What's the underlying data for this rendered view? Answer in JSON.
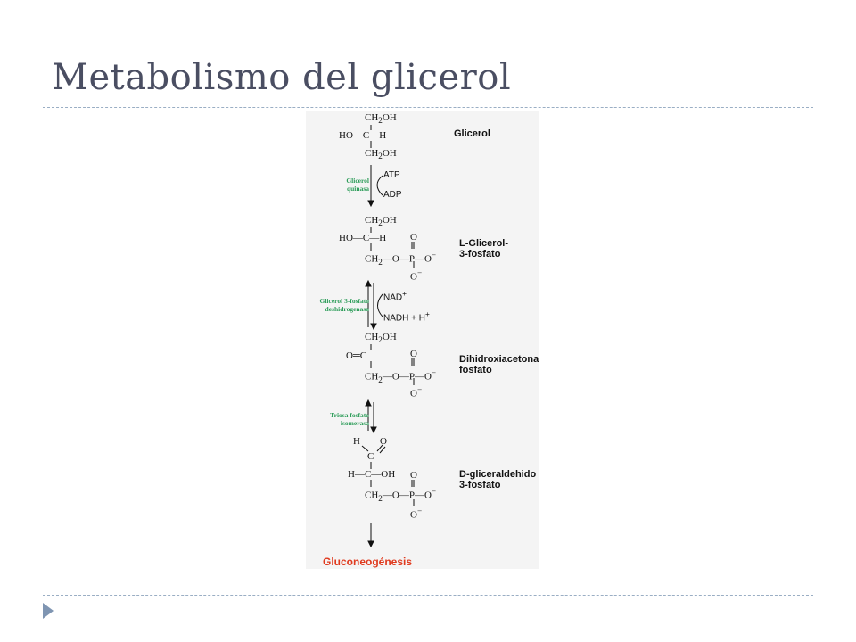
{
  "slide": {
    "title": "Metabolismo del glicerol"
  },
  "pathway": {
    "compounds": {
      "glicerol": {
        "name": "Glicerol"
      },
      "glicerol3p": {
        "name_line1": "L-Glicerol-",
        "name_line2": "3-fosfato"
      },
      "dhap": {
        "name_line1": "Dihidroxiacetona",
        "name_line2": "fosfato"
      },
      "gap": {
        "name_line1": "D-gliceraldehido",
        "name_line2": "3-fosfato"
      }
    },
    "enzymes": {
      "kinase": {
        "line1": "Glicerol",
        "line2": "quinasa"
      },
      "dehydrogenase": {
        "line1": "Glicerol 3-fosfato",
        "line2": "deshidrogenasa"
      },
      "isomerase": {
        "line1": "Triosa fosfato",
        "line2": "isomerasa"
      }
    },
    "cofactors": {
      "atp": "ATP",
      "adp": "ADP",
      "nad": "NAD",
      "nad_sup": "+",
      "nadh": "NADH + H",
      "nadh_sup": "+"
    },
    "atoms": {
      "ch2oh": "CH",
      "ch2oh_sub": "2",
      "ch2oh_tail": "OH",
      "ho_c_h": "HO—C—H",
      "c": "C",
      "ho": "HO",
      "h": "H",
      "oh": "OH",
      "o": "O",
      "ominus": "O",
      "minus": "−",
      "p": "P",
      "ch2": "CH",
      "ch2_sub": "2"
    },
    "end_product": "Gluconeogénesis"
  },
  "colors": {
    "title": "#4a4e62",
    "rule": "#9aaec4",
    "bullet": "#7f95b2",
    "enzyme": "#2e9d5a",
    "end_product": "#e03a1e"
  }
}
